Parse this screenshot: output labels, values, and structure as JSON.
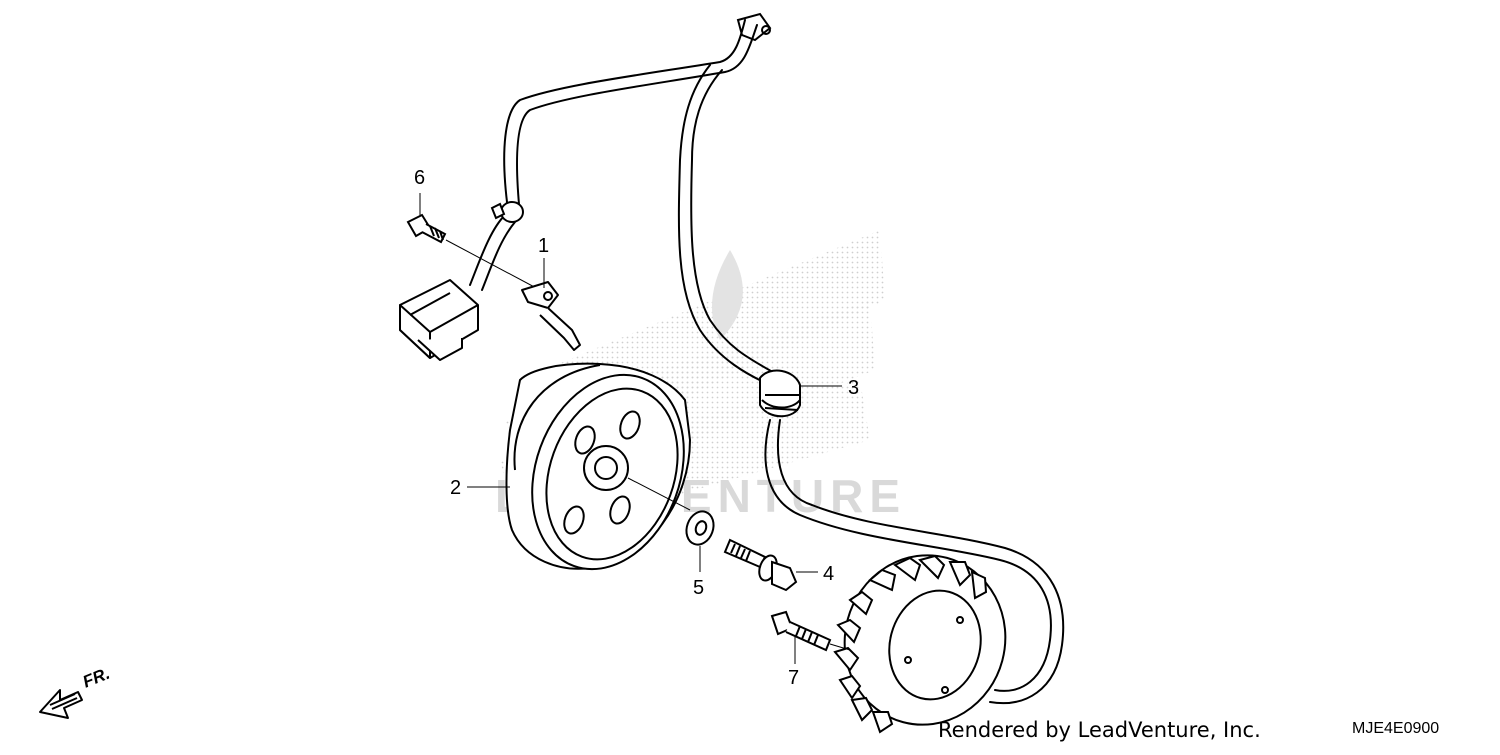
{
  "diagram": {
    "callouts": [
      {
        "id": "1",
        "label": "1"
      },
      {
        "id": "2",
        "label": "2"
      },
      {
        "id": "3",
        "label": "3"
      },
      {
        "id": "4",
        "label": "4"
      },
      {
        "id": "5",
        "label": "5"
      },
      {
        "id": "6",
        "label": "6"
      },
      {
        "id": "7",
        "label": "7"
      }
    ],
    "front_indicator": "FR.",
    "watermark_text": "LEADVENTURE",
    "credit": "Rendered by LeadVenture, Inc.",
    "code": "MJE4E0900"
  },
  "colors": {
    "line": "#000000",
    "watermark": "#d9d9d9",
    "background": "#ffffff"
  }
}
